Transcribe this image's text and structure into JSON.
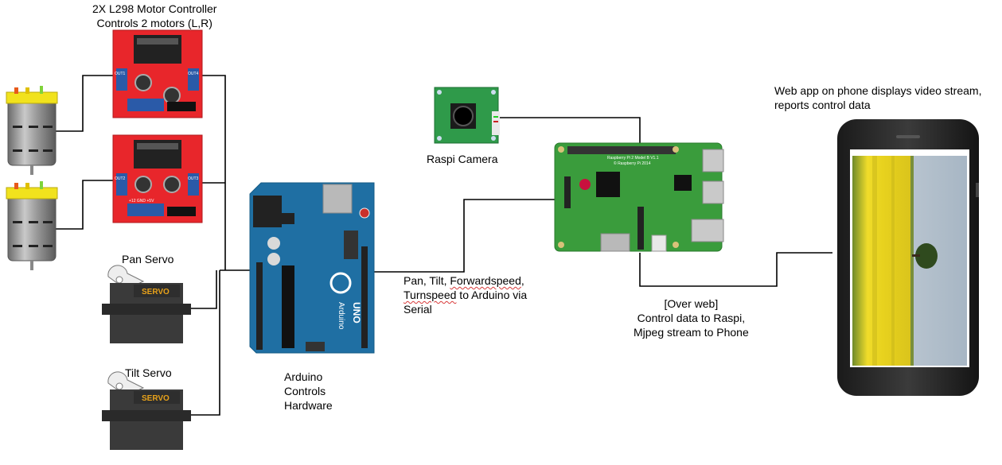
{
  "labels": {
    "motor_controller": {
      "line1": "2X L298 Motor Controller",
      "line2": "Controls 2 motors (L,R)"
    },
    "pan_servo": "Pan Servo",
    "tilt_servo": "Tilt Servo",
    "arduino": {
      "line1": "Arduino",
      "line2": "Controls",
      "line3": "Hardware"
    },
    "serial": {
      "line1_a": "Pan, Tilt, ",
      "line1_b": "Forwardspeed",
      "line1_c": ",",
      "line2_a": "Turnspeed",
      "line2_b": " to Arduino via",
      "line3": "Serial"
    },
    "raspi_camera": "Raspi Camera",
    "web": {
      "line1": "[Over web]",
      "line2": "Control data to Raspi,",
      "line3": "Mjpeg stream to Phone"
    },
    "phone": {
      "line1": "Web app on phone displays video stream,",
      "line2": "reports control data"
    }
  },
  "component_text": {
    "servo_brand": "SERVO",
    "arduino_brand": "Arduino",
    "arduino_model": "UNO",
    "l298_out1": "OUT1",
    "l298_out2": "OUT2",
    "l298_out3": "OUT3",
    "l298_out4": "OUT4",
    "l298_pins": "+12  GND  +5V",
    "rpi_title": "Raspberry Pi 2 Model B V1.1",
    "rpi_copy": "© Raspberry Pi 2014"
  },
  "colors": {
    "l298_board": "#e8262b",
    "arduino_board": "#1f6fa3",
    "rpi_board": "#3a9c3c",
    "camera_board": "#2f9a4a",
    "motor_cap": "#f1e21d",
    "servo_body": "#3a3a3a",
    "servo_label": "#e8a21a",
    "wire": "#000000"
  }
}
